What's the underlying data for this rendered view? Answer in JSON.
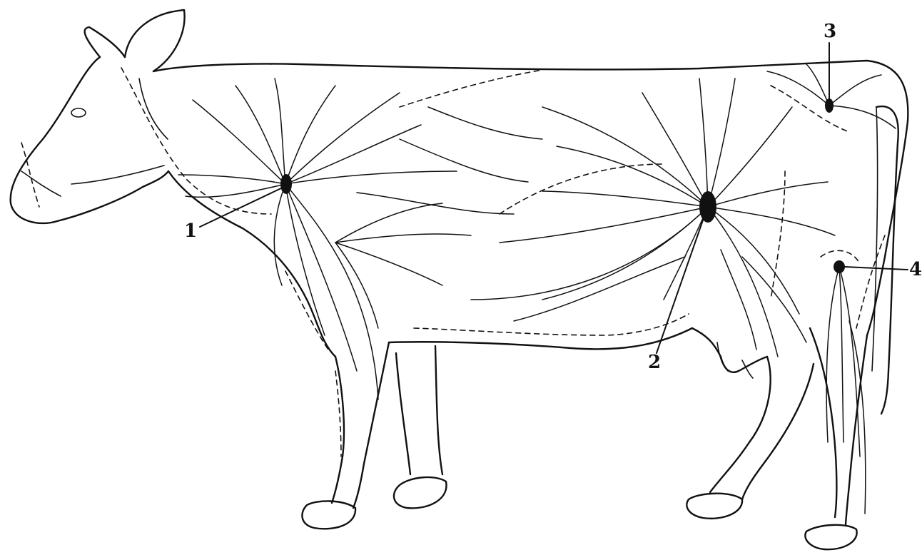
{
  "labels": {
    "node_1": "1",
    "node_2": "2",
    "node_3": "3",
    "node_4": "4"
  },
  "colors": {
    "ink": "#111111",
    "paper": "#ffffff"
  }
}
